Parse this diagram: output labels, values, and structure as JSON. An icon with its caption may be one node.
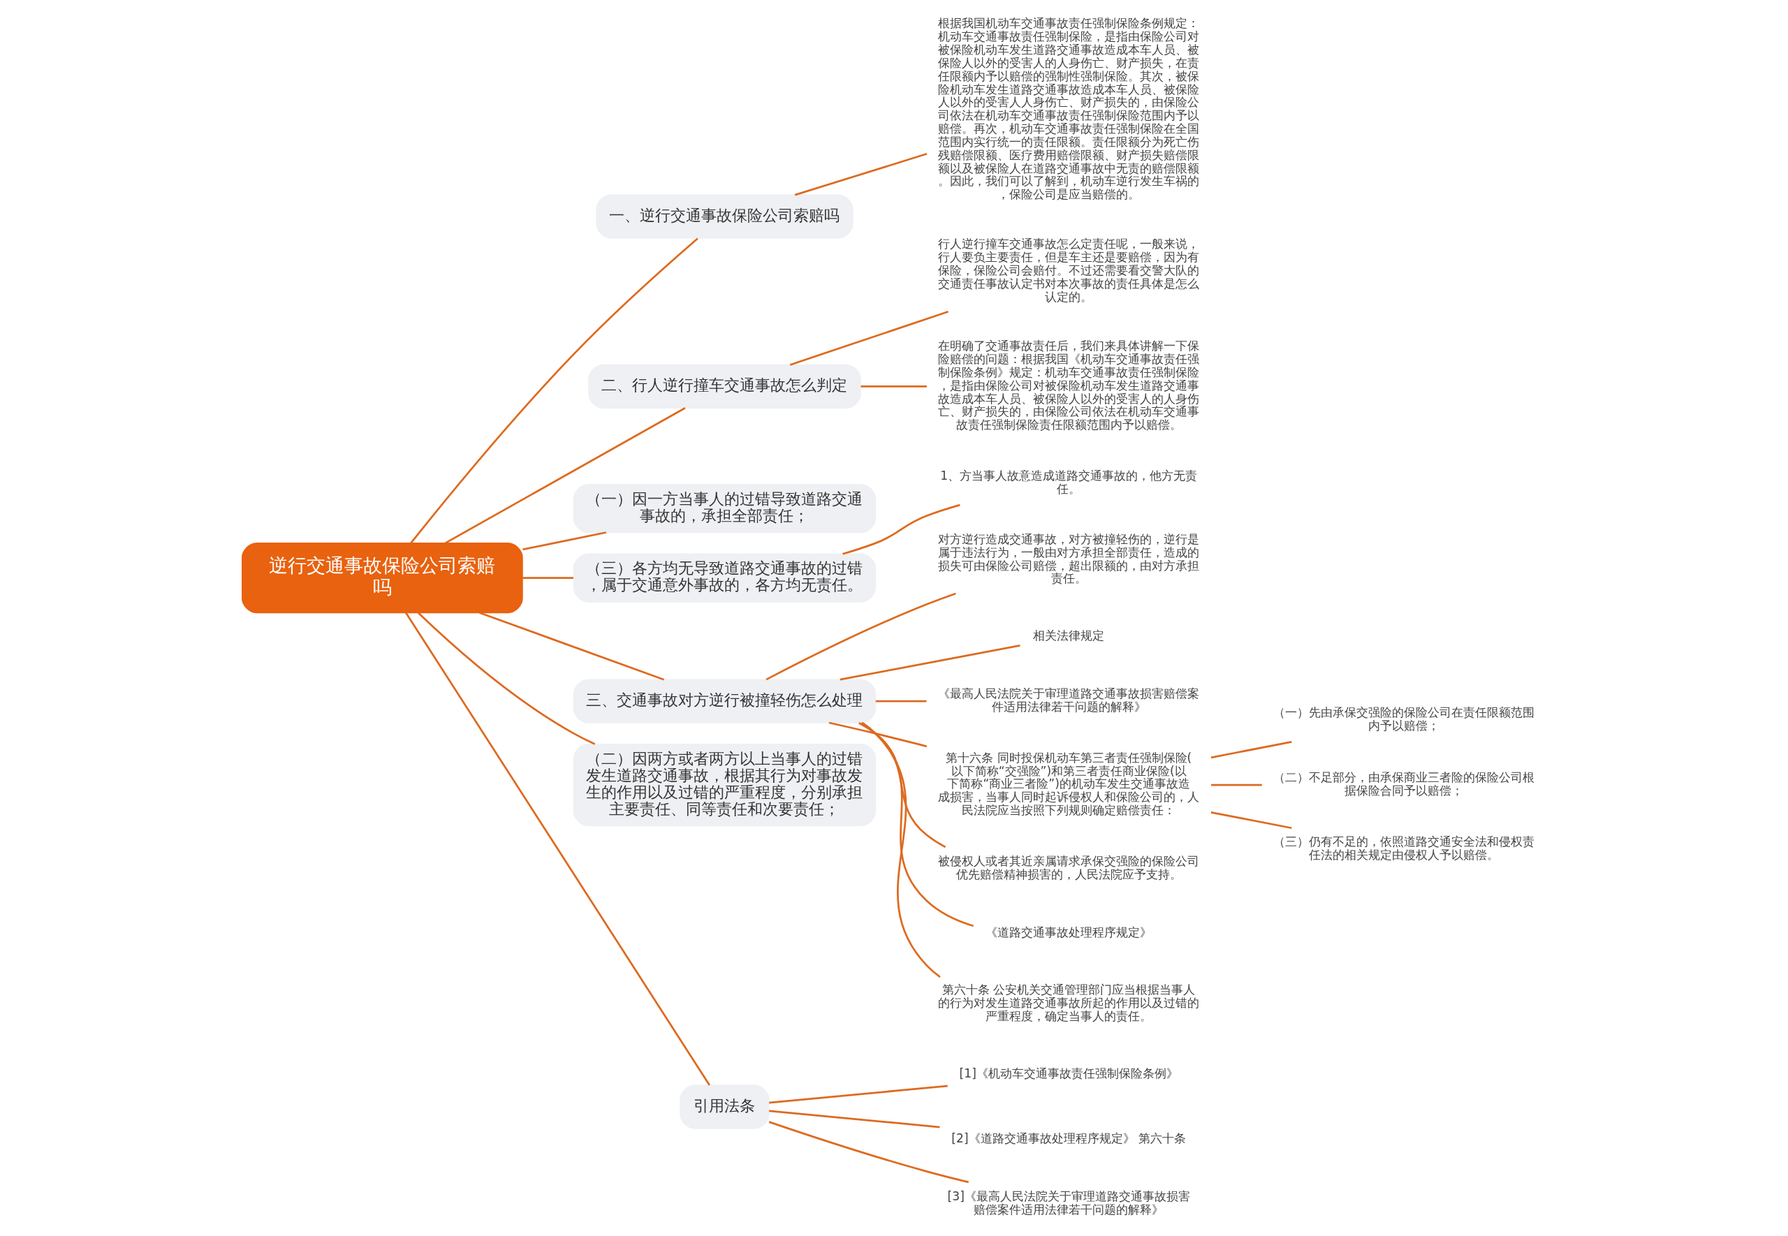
{
  "diagram": {
    "nodes": [
      {
        "text": [
          "逆行交通事故保险公司索赔吗"
        ]
      },
      {
        "text": [
          "一、逆行交通事故保险公司索赔吗"
        ]
      },
      {
        "text": [
          "根据我国机动车交通事故责任强制保险条例规定：机动车交通事故责任强制保险，是指由保险公司对被保险机动车发生道路交通事故造成本车人员、被保险人以外的受害人的人身伤亡、财产损失，在责任限额内予以赔偿的强制性强制保险。其次，被保险机动车发生道路交通事故造成本车人员、被保险人以外的受害人人身伤亡、财产损失的，由保险公司依法在机动车交通事故责任强制保险范围内予以赔偿。再次，机动车交通事故责任强制保险在全国范围内实行统一的责任限额。责任限额分为死亡伤残赔偿限额、医疗费用赔偿限额、财产损失赔偿限额以及被保险人在道路交通事故中无责的赔偿限额。因此，我们可以了解到，机动车逆行发生车祸的，保险公司是应当赔偿的。"
        ]
      },
      {
        "text": [
          "二、行人逆行撞车交通事故怎么判定"
        ]
      },
      {
        "text": [
          "行人逆行撞车交通事故怎么定责任呢，一般来说，行人要负主要责任，但是车主还是要赔偿，因为有保险，保险公司会赔付。不过还需要看交警大队的交通责任事故认定书对本次事故的责任具体是怎么认定的。"
        ]
      },
      {
        "text": [
          "在明确了交通事故责任后，我们来具体讲解一下保险赔偿的问题：根据我国《机动车交通事故责任强制保险条例》规定：机动车交通事故责任强制保险，是指由保险公司对被保险机动车发生道路交通事故造成本车人员、被保险人以外的受害人的人身伤亡、财产损失的，由保险公司依法在机动车交通事故责任强制保险责任限额范围内予以赔偿。"
        ]
      },
      {
        "text": [
          "（一）因一方当事人的过错导致道路交通事故的，承担全部责任；"
        ]
      },
      {
        "text": [
          "（三）各方均无导致道路交通事故的过错，属于交通意外事故的，各方均无责任。"
        ]
      },
      {
        "text": [
          "1、方当事人故意造成道路交通事故的，他方无责任。"
        ]
      },
      {
        "text": [
          "三、交通事故对方逆行被撞轻伤怎么处理"
        ]
      },
      {
        "text": [
          "对方逆行造成交通事故，对方被撞轻伤的，逆行是属于违法行为，一般由对方承担全部责任，造成的损失可由保险公司赔偿，超出限额的，由对方承担责任。"
        ]
      },
      {
        "text": [
          "相关法律规定"
        ]
      },
      {
        "text": [
          "《最高人民法院关于审理道路交通事故损害赔偿案件适用法律若干问题的解释》"
        ]
      },
      {
        "text": [
          "第十六条 同时投保机动车第三者责任强制保险(以下简称“交强险”)和第三者责任商业保险(以下简称“商业三者险”)的机动车发生交通事故造成损害，当事人同时起诉侵权人和保险公司的，人民法院应当按照下列规则确定赔偿责任："
        ]
      },
      {
        "text": [
          "（一）先由承保交强险的保险公司在责任限额范围内予以赔偿；"
        ]
      },
      {
        "text": [
          "（二）不足部分，由承保商业三者险的保险公司根据保险合同予以赔偿；"
        ]
      },
      {
        "text": [
          "（三）仍有不足的，依照道路交通安全法和侵权责任法的相关规定由侵权人予以赔偿。"
        ]
      },
      {
        "text": [
          "被侵权人或者其近亲属请求承保交强险的保险公司优先赔偿精神损害的，人民法院应予支持。"
        ]
      },
      {
        "text": [
          "《道路交通事故处理程序规定》"
        ]
      },
      {
        "text": [
          "第六十条 公安机关交通管理部门应当根据当事人的行为对发生道路交通事故所起的作用以及过错的严重程度，确定当事人的责任。"
        ]
      },
      {
        "text": [
          "（二）因两方或者两方以上当事人的过错发生道路交通事故，根据其行为对事故发生的作用以及过错的严重程度，分别承担主要责任、同等责任和次要责任；"
        ]
      },
      {
        "text": [
          "引用法条"
        ]
      },
      {
        "text": [
          "[1]《机动车交通事故责任强制保险条例》"
        ]
      },
      {
        "text": [
          "[2]《道路交通事故处理程序规定》 第六十条"
        ]
      },
      {
        "text": [
          "[3]《最高人民法院关于审理道路交通事故损害赔偿案件适用法律若干问题的解释》"
        ]
      }
    ],
    "edges": [
      {
        "from": 0,
        "to": 1,
        "arrow": "none"
      },
      {
        "from": 1,
        "to": 2,
        "arrow": "none"
      },
      {
        "from": 0,
        "to": 3,
        "arrow": "none"
      },
      {
        "from": 3,
        "to": 4,
        "arrow": "none"
      },
      {
        "from": 3,
        "to": 5,
        "arrow": "none"
      },
      {
        "from": 0,
        "to": 6,
        "arrow": "none"
      },
      {
        "from": 0,
        "to": 7,
        "arrow": "none"
      },
      {
        "from": 7,
        "to": 8,
        "arrow": "none"
      },
      {
        "from": 0,
        "to": 9,
        "arrow": "none"
      },
      {
        "from": 9,
        "to": 10,
        "arrow": "none"
      },
      {
        "from": 9,
        "to": 11,
        "arrow": "none"
      },
      {
        "from": 9,
        "to": 12,
        "arrow": "none"
      },
      {
        "from": 9,
        "to": 13,
        "arrow": "none"
      },
      {
        "from": 13,
        "to": 14,
        "arrow": "none"
      },
      {
        "from": 13,
        "to": 15,
        "arrow": "none"
      },
      {
        "from": 13,
        "to": 16,
        "arrow": "none"
      },
      {
        "from": 9,
        "to": 17,
        "arrow": "none"
      },
      {
        "from": 9,
        "to": 18,
        "arrow": "none"
      },
      {
        "from": 9,
        "to": 19,
        "arrow": "none"
      },
      {
        "from": 0,
        "to": 20,
        "arrow": "none"
      },
      {
        "from": 0,
        "to": 21,
        "arrow": "none"
      },
      {
        "from": 21,
        "to": 22,
        "arrow": "none"
      },
      {
        "from": 21,
        "to": 23,
        "arrow": "none"
      },
      {
        "from": 21,
        "to": 24,
        "arrow": "none"
      }
    ]
  }
}
